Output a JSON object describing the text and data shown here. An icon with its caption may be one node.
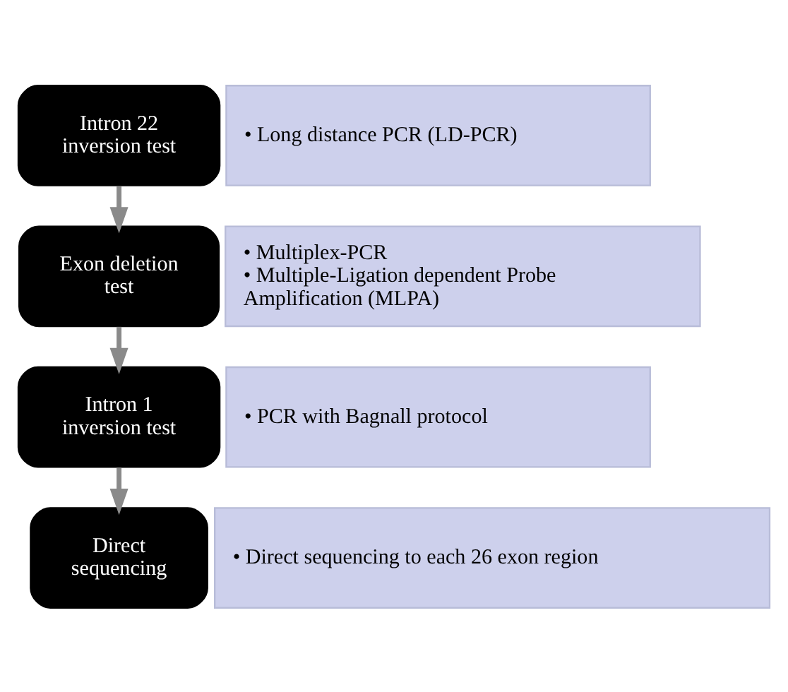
{
  "diagram": {
    "nodes": [
      {
        "text": [
          "Intron 22 inversion test"
        ]
      },
      {
        "text": [
          "• Long distance PCR (LD-PCR)"
        ]
      },
      {
        "text": [
          "Exon deletion test"
        ]
      },
      {
        "text": [
          "• Multiplex-PCR",
          "• Multiple-Ligation dependent Probe Amplification (MLPA)"
        ]
      },
      {
        "text": [
          "Intron 1 inversion test"
        ]
      },
      {
        "text": [
          "• PCR with Bagnall protocol"
        ]
      },
      {
        "text": [
          "Direct sequencing"
        ]
      },
      {
        "text": [
          "• Direct sequencing to each 26 exon region"
        ]
      }
    ],
    "edges": [
      {
        "from": 0,
        "to": 2,
        "arrow": "to"
      },
      {
        "from": 2,
        "to": 4,
        "arrow": "to"
      },
      {
        "from": 4,
        "to": 6,
        "arrow": "to"
      }
    ]
  }
}
